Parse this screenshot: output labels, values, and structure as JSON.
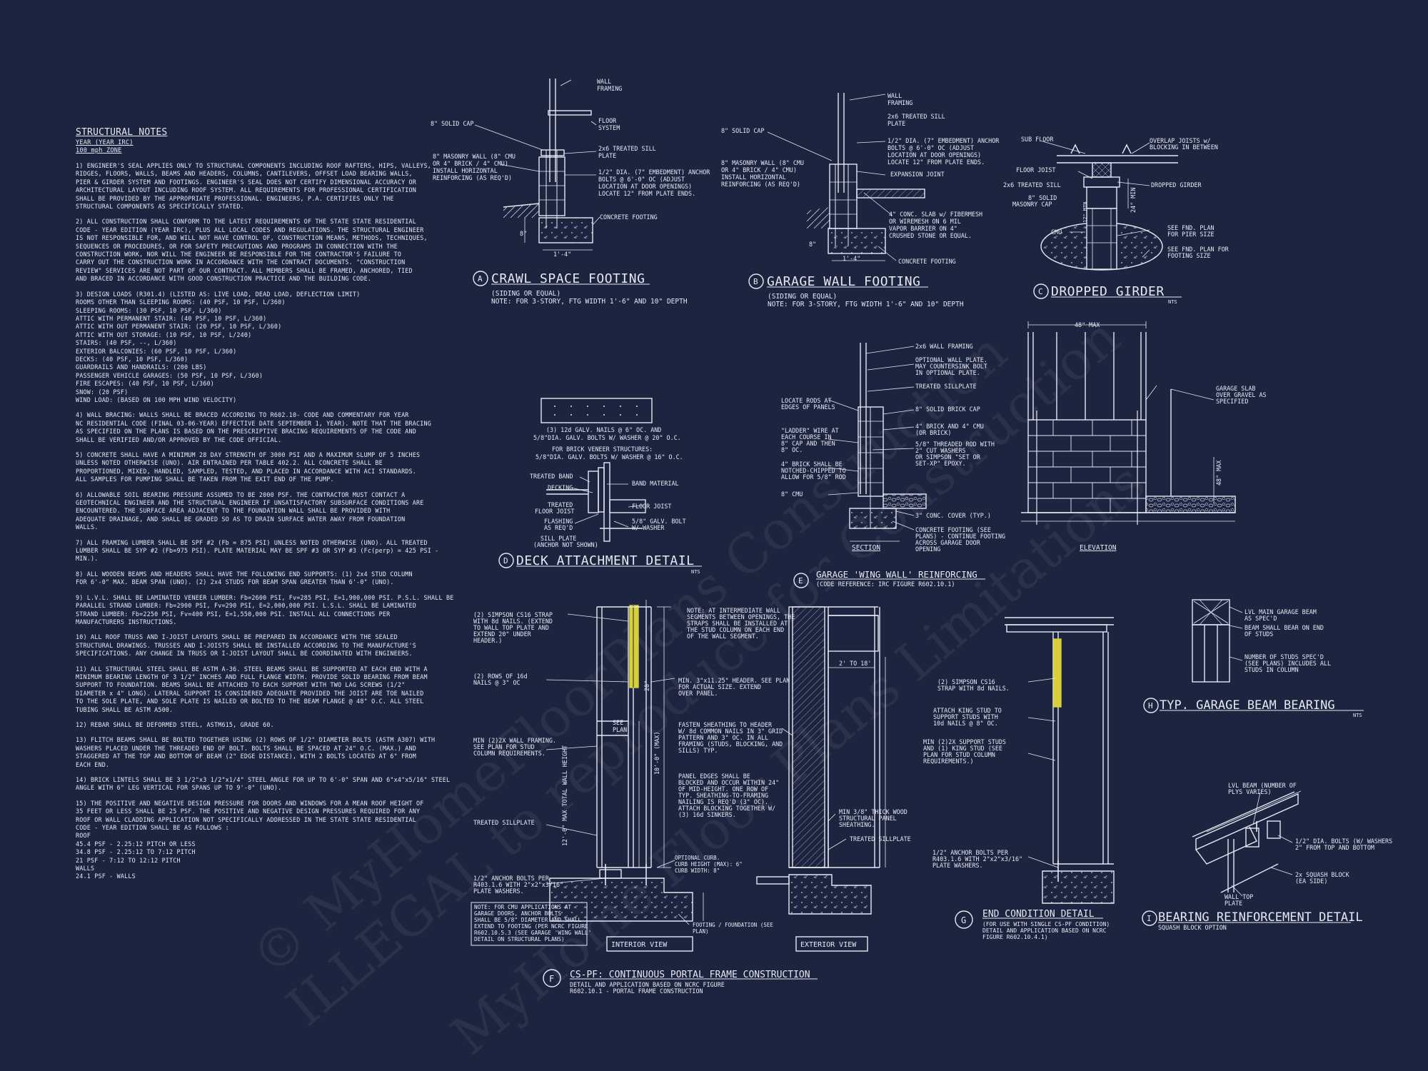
{
  "notes": {
    "title": "STRUCTURAL NOTES",
    "subtitle1": "YEAR (YEAR IRC)",
    "subtitle2": "100 mph ZONE",
    "paragraphs": [
      [
        "1) ENGINEER'S SEAL APPLIES ONLY TO STRUCTURAL COMPONENTS INCLUDING ROOF RAFTERS, HIPS, VALLEYS,",
        "RIDGES, FLOORS, WALLS, BEAMS AND HEADERS, COLUMNS, CANTILEVERS, OFFSET LOAD BEARING WALLS,",
        "PIER & GIRDER SYSTEM AND FOOTINGS. ENGINEER'S SEAL DOES NOT CERTIFY DIMENSIONAL ACCURACY OR",
        "ARCHITECTURAL LAYOUT INCLUDING ROOF SYSTEM. ALL REQUIREMENTS FOR PROFESSIONAL CERTIFICATION",
        "SHALL BE PROVIDED BY THE APPROPRIATE PROFESSIONAL. ENGINEERS, P.A. CERTIFIES ONLY THE",
        "STRUCTURAL COMPONENTS AS SPECIFICALLY STATED."
      ],
      [
        "2) ALL CONSTRUCTION SHALL CONFORM TO THE LATEST REQUIREMENTS OF THE STATE STATE RESIDENTIAL",
        "CODE - YEAR EDITION (YEAR IRC), PLUS ALL LOCAL CODES AND REGULATIONS. THE STRUCTURAL ENGINEER",
        "IS NOT RESPONSIBLE FOR, AND WILL NOT HAVE CONTROL OF, CONSTRUCTION MEANS, METHODS, TECHNIQUES,",
        "SEQUENCES OR PROCEDURES, OR FOR SAFETY PRECAUTIONS AND PROGRAMS IN CONNECTION WITH THE",
        "CONSTRUCTION WORK, NOR WILL THE ENGINEER BE RESPONSIBLE FOR THE CONTRACTOR'S FAILURE TO",
        "CARRY OUT THE CONSTRUCTION WORK IN ACCORDANCE WITH THE CONTRACT DOCUMENTS. \"CONSTRUCTION",
        "REVIEW\" SERVICES ARE NOT PART OF OUR CONTRACT. ALL MEMBERS SHALL BE FRAMED, ANCHORED, TIED",
        "AND BRACED IN ACCORDANCE WITH GOOD CONSTRUCTION PRACTICE AND THE BUILDING CODE."
      ],
      [
        "3) DESIGN LOADS (R301.4) (LISTED AS: LIVE LOAD, DEAD LOAD, DEFLECTION LIMIT)",
        "ROOMS OTHER THAN SLEEPING ROOMS: (40 PSF, 10 PSF, L/360)",
        "SLEEPING ROOMS: (30 PSF, 10 PSF, L/360)",
        "ATTIC WITH PERMANENT STAIR: (40 PSF, 10 PSF, L/360)",
        "ATTIC WITH OUT PERMANENT STAIR: (20 PSF, 10 PSF, L/360)",
        "ATTIC WITH OUT STORAGE: (10 PSF, 10 PSF, L/240)",
        "STAIRS: (40 PSF, --, L/360)",
        "EXTERIOR BALCONIES: (60 PSF, 10 PSF, L/360)",
        "DECKS: (40 PSF, 10 PSF, L/360)",
        "GUARDRAILS AND HANDRAILS: (200 LBS)",
        "PASSENGER VEHICLE GARAGES: (50 PSF, 10 PSF, L/360)",
        "FIRE ESCAPES: (40 PSF, 10 PSF, L/360)",
        "SNOW: (20 PSF)",
        "WIND LOAD: (BASED ON 100 MPH WIND VELOCITY)"
      ],
      [
        "4) WALL BRACING: WALLS SHALL BE BRACED ACCORDING TO R602.10- CODE AND COMMENTARY FOR YEAR",
        "NC RESIDENTIAL CODE (FINAL 03-06-YEAR) EFFECTIVE DATE SEPTEMBER 1, YEAR). NOTE THAT THE BRACING",
        "AS SPECIFIED ON THE PLANS IS BASED ON THE PRESCRIPTIVE BRACING REQUIREMENTS OF THE CODE AND",
        "SHALL BE VERIFIED AND/OR APPROVED BY THE CODE OFFICIAL."
      ],
      [
        "5) CONCRETE SHALL HAVE A MINIMUM 28 DAY STRENGTH OF 3000 PSI AND A MAXIMUM SLUMP OF 5 INCHES",
        "UNLESS NOTED OTHERWISE (UNO). AIR ENTRAINED PER TABLE 402.2. ALL CONCRETE SHALL BE",
        "PROPORTIONED, MIXED, HANDLED, SAMPLED, TESTED, AND PLACED IN ACCORDANCE WITH ACI STANDARDS.",
        "ALL SAMPLES FOR PUMPING SHALL BE TAKEN FROM THE EXIT END OF THE PUMP."
      ],
      [
        "6) ALLOWABLE SOIL BEARING PRESSURE ASSUMED TO BE 2000 PSF. THE CONTRACTOR MUST CONTACT A",
        "GEOTECHNICAL ENGINEER AND THE STRUCTURAL ENGINEER IF UNSATISFACTORY SUBSURFACE CONDITIONS ARE",
        "ENCOUNTERED. THE SURFACE AREA ADJACENT TO THE FOUNDATION WALL SHALL BE PROVIDED WITH",
        "ADEQUATE DRAINAGE, AND SHALL BE GRADED SO AS TO DRAIN SURFACE WATER AWAY FROM FOUNDATION",
        "WALLS."
      ],
      [
        "7) ALL FRAMING LUMBER SHALL BE SPF #2 (Fb = 875 PSI) UNLESS NOTED OTHERWISE (UNO). ALL TREATED",
        "LUMBER SHALL BE SYP #2 (Fb=975 PSI). PLATE MATERIAL MAY BE SPF #3 OR SYP #3 (Fc(perp) = 425 PSI -",
        "MIN.)."
      ],
      [
        "8) ALL WOODEN BEAMS AND HEADERS SHALL HAVE THE FOLLOWING END SUPPORTS: (1) 2x4 STUD COLUMN",
        "FOR 6'-0\" MAX. BEAM SPAN (UNO). (2) 2x4 STUDS FOR BEAM SPAN GREATER THAN 6'-0\" (UNO)."
      ],
      [
        "9) L.V.L. SHALL BE LAMINATED VENEER LUMBER: Fb=2600 PSI, Fv=285 PSI, E=1,900,000 PSI. P.S.L. SHALL BE",
        "PARALLEL STRAND LUMBER: Fb=2900 PSI, Fv=290 PSI, E=2,000,000 PSI. L.S.L. SHALL BE LAMINATED",
        "STRAND LUMBER: Fb=2250 PSI, Fv=400 PSI, E=1,550,000 PSI. INSTALL ALL CONNECTIONS PER",
        "MANUFACTURERS INSTRUCTIONS."
      ],
      [
        "10) ALL ROOF TRUSS AND I-JOIST LAYOUTS SHALL BE PREPARED IN ACCORDANCE WITH THE SEALED",
        "STRUCTURAL DRAWINGS. TRUSSES AND I-JOISTS SHALL BE INSTALLED ACCORDING TO THE MANUFACTURE'S",
        "SPECIFICATIONS. ANY CHANGE IN TRUSS OR I-JOIST LAYOUT SHALL BE COORDINATED WITH ENGINEERS."
      ],
      [
        "11) ALL STRUCTURAL STEEL SHALL BE ASTM A-36. STEEL BEAMS SHALL BE SUPPORTED AT EACH END WITH A",
        "MINIMUM BEARING LENGTH OF 3 1/2\" INCHES AND FULL FLANGE WIDTH. PROVIDE SOLID BEARING FROM BEAM",
        "SUPPORT TO FOUNDATION. BEAMS SHALL BE ATTACHED TO EACH SUPPORT WITH TWO LAG SCREWS (1/2\"",
        "DIAMETER x 4\" LONG). LATERAL SUPPORT IS CONSIDERED ADEQUATE PROVIDED THE JOIST ARE TOE NAILED",
        "TO THE SOLE PLATE, AND SOLE PLATE IS NAILED OR BOLTED TO THE BEAM FLANGE @ 48\" O.C. ALL STEEL",
        "TUBING SHALL BE ASTM A500."
      ],
      [
        "12) REBAR SHALL BE DEFORMED STEEL, ASTM615, GRADE 60."
      ],
      [
        "13) FLITCH BEAMS SHALL BE BOLTED TOGETHER USING (2) ROWS OF 1/2\" DIAMETER BOLTS (ASTM A307) WITH",
        "WASHERS PLACED UNDER THE THREADED END OF BOLT. BOLTS SHALL BE SPACED AT 24\" O.C. (MAX.) AND",
        "STAGGERED AT THE TOP AND BOTTOM OF BEAM (2\" EDGE DISTANCE), WITH 2 BOLTS LOCATED AT 6\" FROM",
        "EACH END."
      ],
      [
        "14) BRICK LINTELS SHALL BE 3 1/2\"x3 1/2\"x1/4\" STEEL ANGLE FOR UP TO 6'-0\" SPAN AND 6\"x4\"x5/16\" STEEL",
        "ANGLE WITH 6\" LEG VERTICAL FOR SPANS UP TO 9'-0\" (UNO)."
      ],
      [
        "15) THE POSITIVE AND NEGATIVE DESIGN PRESSURE FOR DOORS AND WINDOWS FOR A MEAN ROOF HEIGHT OF",
        "35 FEET OR LESS SHALL BE 25 PSF. THE POSITIVE AND NEGATIVE DESIGN PRESSURES REQUIRED FOR ANY",
        "ROOF OR WALL CLADDING APPLICATION NOT SPECIFICALLY ADDRESSED IN THE STATE STATE RESIDENTIAL",
        "CODE - YEAR EDITION SHALL BE AS FOLLOWS :",
        "ROOF",
        "45.4 PSF - 2.25:12 PITCH OR LESS",
        "34.8 PSF - 2.25:12 TO 7:12 PITCH",
        "21 PSF - 7:12 TO 12:12 PITCH",
        "WALLS",
        "24.1 PSF - WALLS"
      ]
    ]
  },
  "watermarks": [
    "© MyHomeFloorPlans Construction",
    "ILLEGAL to reproduce for Construction",
    "MyHome Floor Plans Limitations"
  ],
  "details": {
    "A": {
      "letter": "A",
      "title": "CRAWL SPACE FOOTING",
      "note1": "(SIDING OR EQUAL)",
      "note2": "NOTE: FOR 3-STORY, FTG WIDTH 1'-6\" AND 10\" DEPTH",
      "lbl_wall": [
        "WALL",
        "FRAMING"
      ],
      "lbl_floor": [
        "FLOOR",
        "SYSTEM"
      ],
      "lbl_cap": "8\" SOLID CAP",
      "lbl_sill": [
        "2x6 TREATED SILL",
        "PLATE"
      ],
      "lbl_masonry": [
        "8\" MASONRY WALL (8\" CMU",
        "OR 4\" BRICK / 4\" CMU)",
        "INSTALL HORIZONTAL",
        "REINFORCING (AS REQ'D)"
      ],
      "lbl_anchor": [
        "1/2\" DIA. (7\" EMBEDMENT) ANCHOR",
        "BOLTS @ 6'-0\" OC (ADJUST",
        "LOCATION AT DOOR OPENINGS)",
        "LOCATE 12\" FROM PLATE ENDS."
      ],
      "lbl_footing": "CONCRETE FOOTING",
      "dim_w": "1'-4\"",
      "dim_h": "8\""
    },
    "B": {
      "letter": "B",
      "title": "GARAGE WALL FOOTING",
      "note1": "(SIDING OR EQUAL)",
      "note2": "NOTE: FOR 3-STORY, FTG WIDTH 1'-6\" AND 10\" DEPTH",
      "lbl_wall": [
        "WALL",
        "FRAMING"
      ],
      "lbl_sill": [
        "2x6 TREATED SILL",
        "PLATE"
      ],
      "lbl_cap": "8\" SOLID CAP",
      "lbl_anchor": [
        "1/2\" DIA. (7\" EMBEDMENT) ANCHOR",
        "BOLTS @ 6'-0\" OC (ADJUST",
        "LOCATION AT DOOR OPENINGS)",
        "LOCATE 12\" FROM PLATE ENDS."
      ],
      "lbl_masonry": [
        "8\" MASONRY WALL (8\" CMU",
        "OR 4\" BRICK / 4\" CMU)",
        "INSTALL HORIZONTAL",
        "REINFORCING (AS REQ'D)"
      ],
      "lbl_exp": "EXPANSION JOINT",
      "lbl_slab": [
        "4\" CONC. SLAB w/ FIBERMESH",
        "OR WIREMESH ON 6 MIL",
        "VAPOR BARRIER ON 4\"",
        "CRUSHED STONE OR EQUAL."
      ],
      "lbl_footing": "CONCRETE FOOTING",
      "dim_w": "1'-4\"",
      "dim_h": "8\""
    },
    "C": {
      "letter": "C",
      "title": "DROPPED GIRDER",
      "nts": "NTS",
      "lbl_subfloor": "SUB FLOOR",
      "lbl_overlap": [
        "OVERLAP JOISTS w/",
        "BLOCKING IN BETWEEN"
      ],
      "lbl_joist": "FLOOR JOIST",
      "lbl_sill": "2x6 TREATED SILL",
      "lbl_cap": [
        "8\" SOLID",
        "MASONRY CAP"
      ],
      "lbl_girder": "DROPPED GIRDER",
      "lbl_cmu": "CMU",
      "lbl_pier": [
        "SEE FND. PLAN",
        "FOR PIER SIZE"
      ],
      "lbl_ftg": [
        "SEE FND. PLAN FOR",
        "FOOTING SIZE"
      ],
      "dim_min": "24\" MIN",
      "dim_12": "12\" MIN"
    },
    "D": {
      "letter": "D",
      "title": "DECK ATTACHMENT DETAIL",
      "nts": "NTS",
      "nails": [
        "(3) 12d GALV. NAILS @ 6\" OC. AND",
        "5/8\"DIA. GALV. BOLTS W/ WASHER @ 20\" O.C."
      ],
      "brick": [
        "FOR BRICK VENEER STRUCTURES:",
        "5/8\"DIA. GALV. BOLTS W/ WASHER @ 16\" O.C."
      ],
      "lbl_treated": "TREATED BAND",
      "lbl_decking": "DECKING",
      "lbl_floorjoist": [
        "TREATED",
        "FLOOR JOIST"
      ],
      "lbl_flashing": [
        "FLASHING",
        "AS REQ'D"
      ],
      "lbl_band": "BAND MATERIAL",
      "lbl_fj": "FLOOR JOIST",
      "lbl_bolt": [
        "5/8\" GALV. BOLT",
        "W/ WASHER"
      ],
      "lbl_sill": [
        "SILL PLATE",
        "(ANCHOR NOT SHOWN)"
      ]
    },
    "E": {
      "letter": "E",
      "title": "GARAGE 'WING WALL' REINFORCING",
      "ref": "(CODE REFERENCE: IRC FIGURE R602.10.1)",
      "lbl_section": "SECTION",
      "lbl_elevation": "ELEVATION",
      "dim_48max": "48\" MAX",
      "dim_48v": "48\" MAX",
      "lbl_framing": "2x6 WALL FRAMING",
      "lbl_optional": [
        "OPTIONAL WALL PLATE.",
        "MAY COUNTERSINK BOLT",
        "IN OPTIONAL PLATE."
      ],
      "lbl_treated": "TREATED SILLPLATE",
      "lbl_brickcap": "8\" SOLID BRICK CAP",
      "lbl_brick": [
        "4\" BRICK AND 4\" CMU",
        "(OR BRICK)"
      ],
      "lbl_rod": [
        "5/8\" THREADED ROD WITH",
        "2\" CUT WASHERS",
        "OR SIMPSON \"SET OR",
        "SET-XP\" EPOXY."
      ],
      "lbl_locate": [
        "LOCATE RODS AT",
        "EDGES OF PANELS"
      ],
      "lbl_ladder": [
        "\"LADDER\" WIRE AT",
        "EACH COURSE IN",
        "8\" CAP AND THEN",
        "8\" OC."
      ],
      "lbl_notched": [
        "4\" BRICK SHALL BE",
        "NOTCHED-CHIPPED TO",
        "ALLOW FOR 5/8\" ROD"
      ],
      "lbl_cmu": "8\" CMU",
      "lbl_cover": "3\" CONC. COVER (TYP.)",
      "lbl_ftg": [
        "CONCRETE FOOTING (SEE",
        "PLANS) - CONTINUE FOOTING",
        "ACROSS GARAGE DOOR",
        "OPENING"
      ],
      "lbl_slab": [
        "GARAGE SLAB",
        "OVER GRAVEL AS",
        "SPECIFIED"
      ]
    },
    "F": {
      "letter": "F",
      "title": "CS-PF: CONTINUOUS PORTAL FRAME CONSTRUCTION",
      "sub1": "DETAIL AND APPLICATION BASED ON NCRC FIGURE",
      "sub2": "R602.10.1 - PORTAL FRAME CONSTRUCTION",
      "lbl_interior": "INTERIOR VIEW",
      "lbl_exterior": "EXTERIOR VIEW",
      "lbl_strap": [
        "(2) SIMPSON CS16 STRAP",
        "WITH 8d NAILS. (EXTEND",
        "TO WALL TOP PLATE AND",
        "EXTEND 20\" UNDER",
        "HEADER.)"
      ],
      "lbl_rows": [
        "(2) ROWS OF 16d",
        "NAILS @ 3\" OC"
      ],
      "lbl_min": [
        "MIN (2)2X WALL FRAMING.",
        "SEE PLAN FOR STUD",
        "COLUMN REQUIREMENTS."
      ],
      "lbl_sill": "TREATED SILLPLATE",
      "lbl_anchor": [
        "1/2\" ANCHOR BOLTS PER",
        "R403.1.6 WITH 2\"x2\"x3/16\"",
        "PLATE WASHERS."
      ],
      "lbl_note": [
        "NOTE: FOR CMU APPLICATIONS AT",
        "GARAGE DOORS, ANCHOR BOLTS",
        "SHALL BE 5/8\" DIAMETER AND SHALL",
        "EXTEND TO FOOTING (PER NCRC FIGURE",
        "R602.10.5.3 (SEE GARAGE 'WING WALL'",
        "DETAIL ON STRUCTURAL PLANS)"
      ],
      "lbl_inter": [
        "NOTE: AT INTERMEDIATE WALL",
        "SEGMENTS BETWEEN OPENINGS, THE",
        "STRAPS SHALL BE INSTALLED AT",
        "THE STUD COLUMN ON EACH END",
        "OF THE WALL SEGMENT."
      ],
      "lbl_header": [
        "MIN. 3\"x11.25\" HEADER. SEE PLAN",
        "FOR ACTUAL SIZE. EXTEND",
        "OVER PANEL."
      ],
      "lbl_fasten": [
        "FASTEN SHEATHING TO HEADER",
        "W/ 8d COMMON NAILS IN 3\" GRID",
        "PATTERN AND 3\" OC. IN ALL",
        "FRAMING (STUDS, BLOCKING, AND",
        "SILLS) TYP."
      ],
      "lbl_panel": [
        "PANEL EDGES SHALL BE",
        "BLOCKED AND OCCUR WITHIN 24\"",
        "OF MID-HEIGHT. ONE ROW OF",
        "TYP. SHEATHING-TO-FRAMING",
        "NAILING IS REQ'D (3\" OC).",
        "ATTACH BLOCKING TOGETHER W/",
        "(3) 16d SINKERS."
      ],
      "lbl_curb": [
        "OPTIONAL CURB.",
        "CURB HEIGHT (MAX): 6\"",
        "CURB WIDTH: 8\""
      ],
      "lbl_footing": [
        "FOOTING / FOUNDATION (SEE",
        "PLAN)"
      ],
      "lbl_wood": [
        "MIN 3/8\" THICK WOOD",
        "STRUCTURAL PANEL",
        "SHEATHING."
      ],
      "lbl_sill2": "TREATED SILLPLATE",
      "dim_max": "12'-0\" MAX TOTAL WALL HEIGHT",
      "dim_10": "10'-0\" (MAX)",
      "dim_see": [
        "SEE",
        "PLAN"
      ],
      "dim_2to18": "2' TO 18'",
      "dim_20": "20\""
    },
    "G": {
      "letter": "G",
      "title": "END CONDITION DETAIL",
      "sub": [
        "(FOR USE WITH SINGLE CS-PF CONDITION)",
        "DETAIL AND APPLICATION BASED ON NCRC",
        "FIGURE R602.10.4.1)"
      ],
      "lbl_strap": [
        "(2) SIMPSON CS16",
        "STRAP WITH 8d NAILS."
      ],
      "lbl_king": [
        "ATTACH KING STUD TO",
        "SUPPORT STUDS WITH",
        "10d NAILS @ 8\" OC."
      ],
      "lbl_min": [
        "MIN (2)2X SUPPORT STUDS",
        "AND (1) KING STUD (SEE",
        "PLAN FOR STUD COLUMN",
        "REQUIREMENTS.)"
      ],
      "lbl_anchor": [
        "1/2\" ANCHOR BOLTS PER",
        "R403.1.6 WITH 2\"x2\"x3/16\"",
        "PLATE WASHERS."
      ]
    },
    "H": {
      "letter": "H",
      "title": "TYP. GARAGE BEAM BEARING",
      "nts": "NTS",
      "lbl_lvl": [
        "LVL MAIN GARAGE BEAM",
        "AS SPEC'D"
      ],
      "lbl_bear": [
        "BEAM SHALL BEAR ON END",
        "OF STUDS"
      ],
      "lbl_num": [
        "NUMBER OF STUDS SPEC'D",
        "(SEE PLANS) INCLUDES ALL",
        "STUDS IN COLUMN"
      ]
    },
    "I": {
      "letter": "I",
      "title": "BEARING REINFORCEMENT DETAIL",
      "sub": "SQUASH BLOCK OPTION",
      "lbl_lvl": [
        "LVL BEAM (NUMBER OF",
        "PLYS VARIES)"
      ],
      "lbl_bolts": [
        "1/2\" DIA. BOLTS (W/ WASHERS",
        "2\" FROM TOP AND BOTTOM"
      ],
      "lbl_squash": [
        "2x SQUASH BLOCK",
        "(EA SIDE)"
      ],
      "lbl_top": [
        "WALL TOP",
        "PLATE"
      ]
    }
  }
}
